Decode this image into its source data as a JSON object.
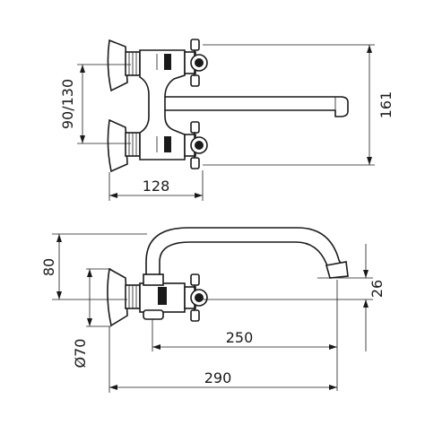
{
  "dimensions": {
    "spacing": "90/130",
    "height_top": "161",
    "depth_top": "128",
    "offset_top": "80",
    "spout_gap": "26",
    "diameter": "Ø70",
    "spout_reach": "250",
    "overall_reach": "290"
  }
}
